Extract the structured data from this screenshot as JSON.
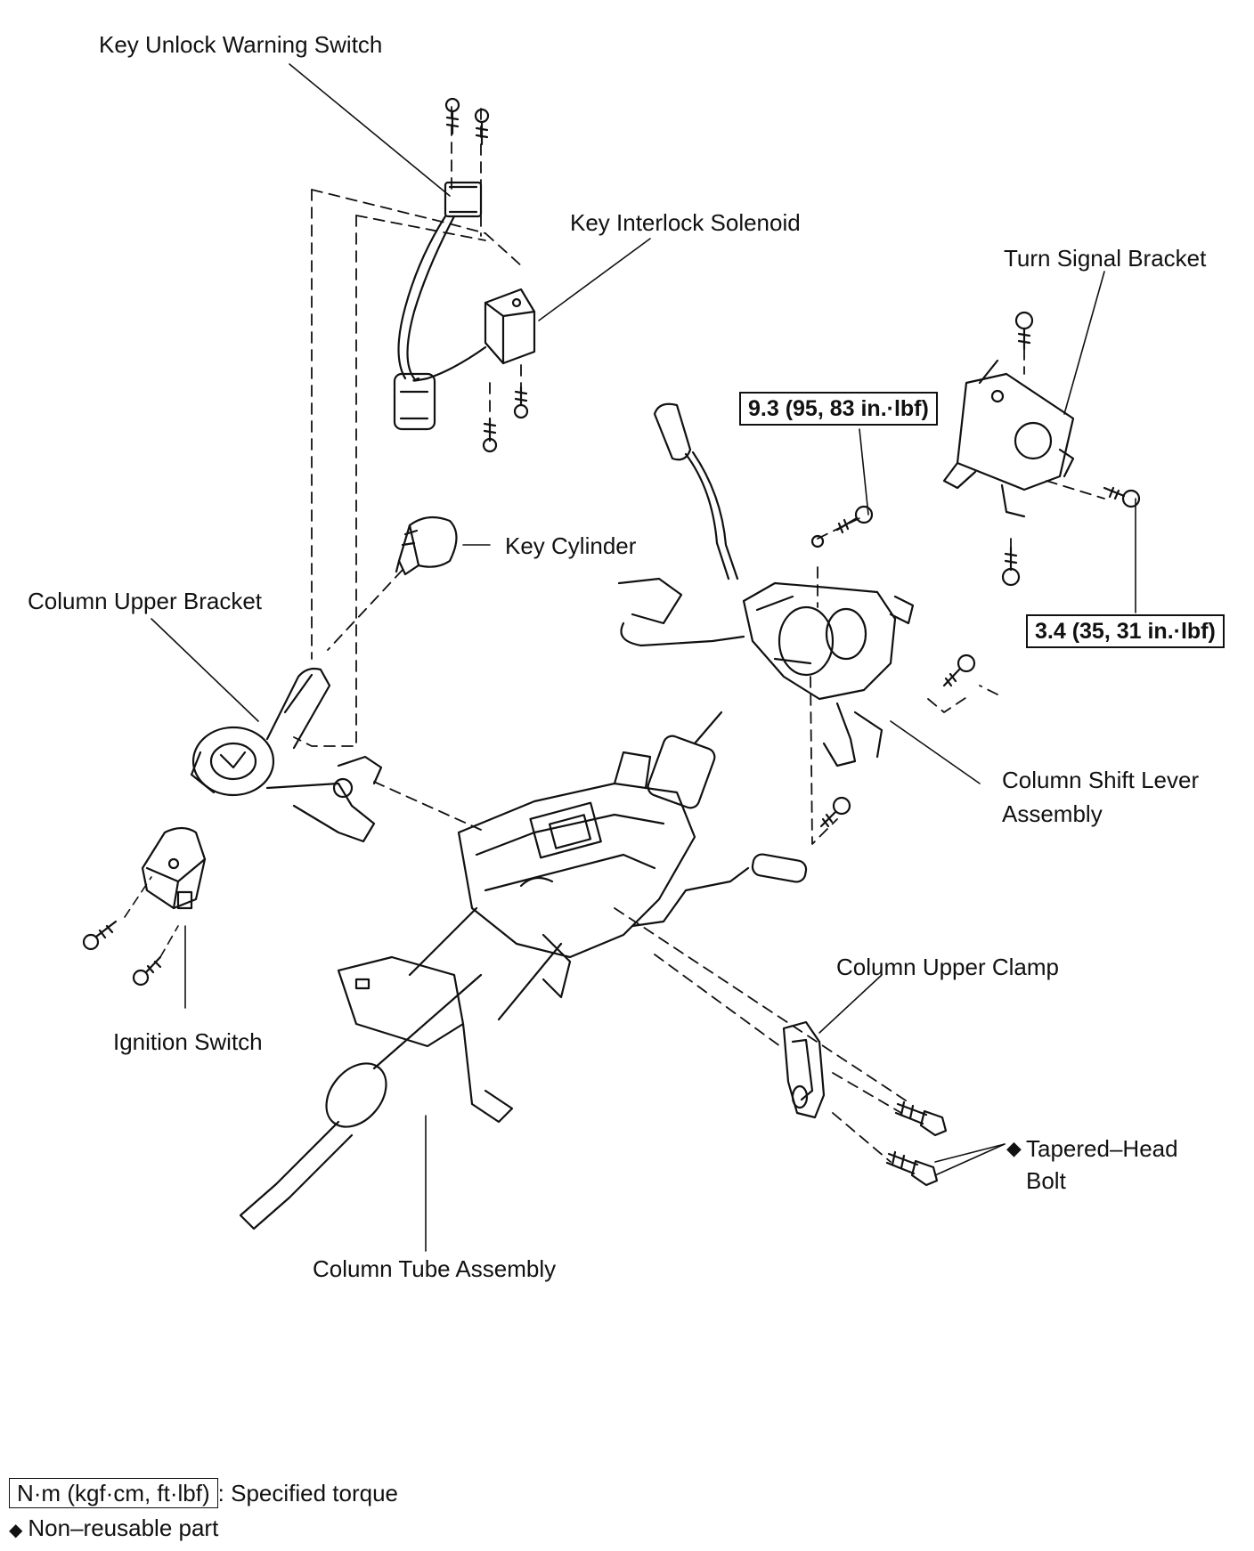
{
  "labels": {
    "key_unlock_warning_switch": "Key Unlock Warning Switch",
    "key_interlock_solenoid": "Key Interlock Solenoid",
    "turn_signal_bracket": "Turn Signal Bracket",
    "key_cylinder": "Key Cylinder",
    "column_upper_bracket": "Column Upper Bracket",
    "column_shift_lever_line1": "Column Shift Lever",
    "column_shift_lever_line2": "Assembly",
    "column_upper_clamp": "Column Upper Clamp",
    "ignition_switch": "Ignition Switch",
    "tapered_head_bolt_line1": "Tapered–Head",
    "tapered_head_bolt_line2": "Bolt",
    "column_tube_assembly": "Column Tube Assembly"
  },
  "torque_specs": {
    "shift_lever_bolt": "9.3 (95, 83 in.·lbf)",
    "turn_signal_bolt": "3.4 (35, 31 in.·lbf)"
  },
  "legend": {
    "torque_unit_box": "N·m (kgf·cm, ft·lbf)",
    "torque_desc": ": Specified torque",
    "non_reusable_symbol": "◆",
    "non_reusable_desc": "Non–reusable part"
  },
  "icons": {
    "non_reusable": "diamond-icon"
  }
}
